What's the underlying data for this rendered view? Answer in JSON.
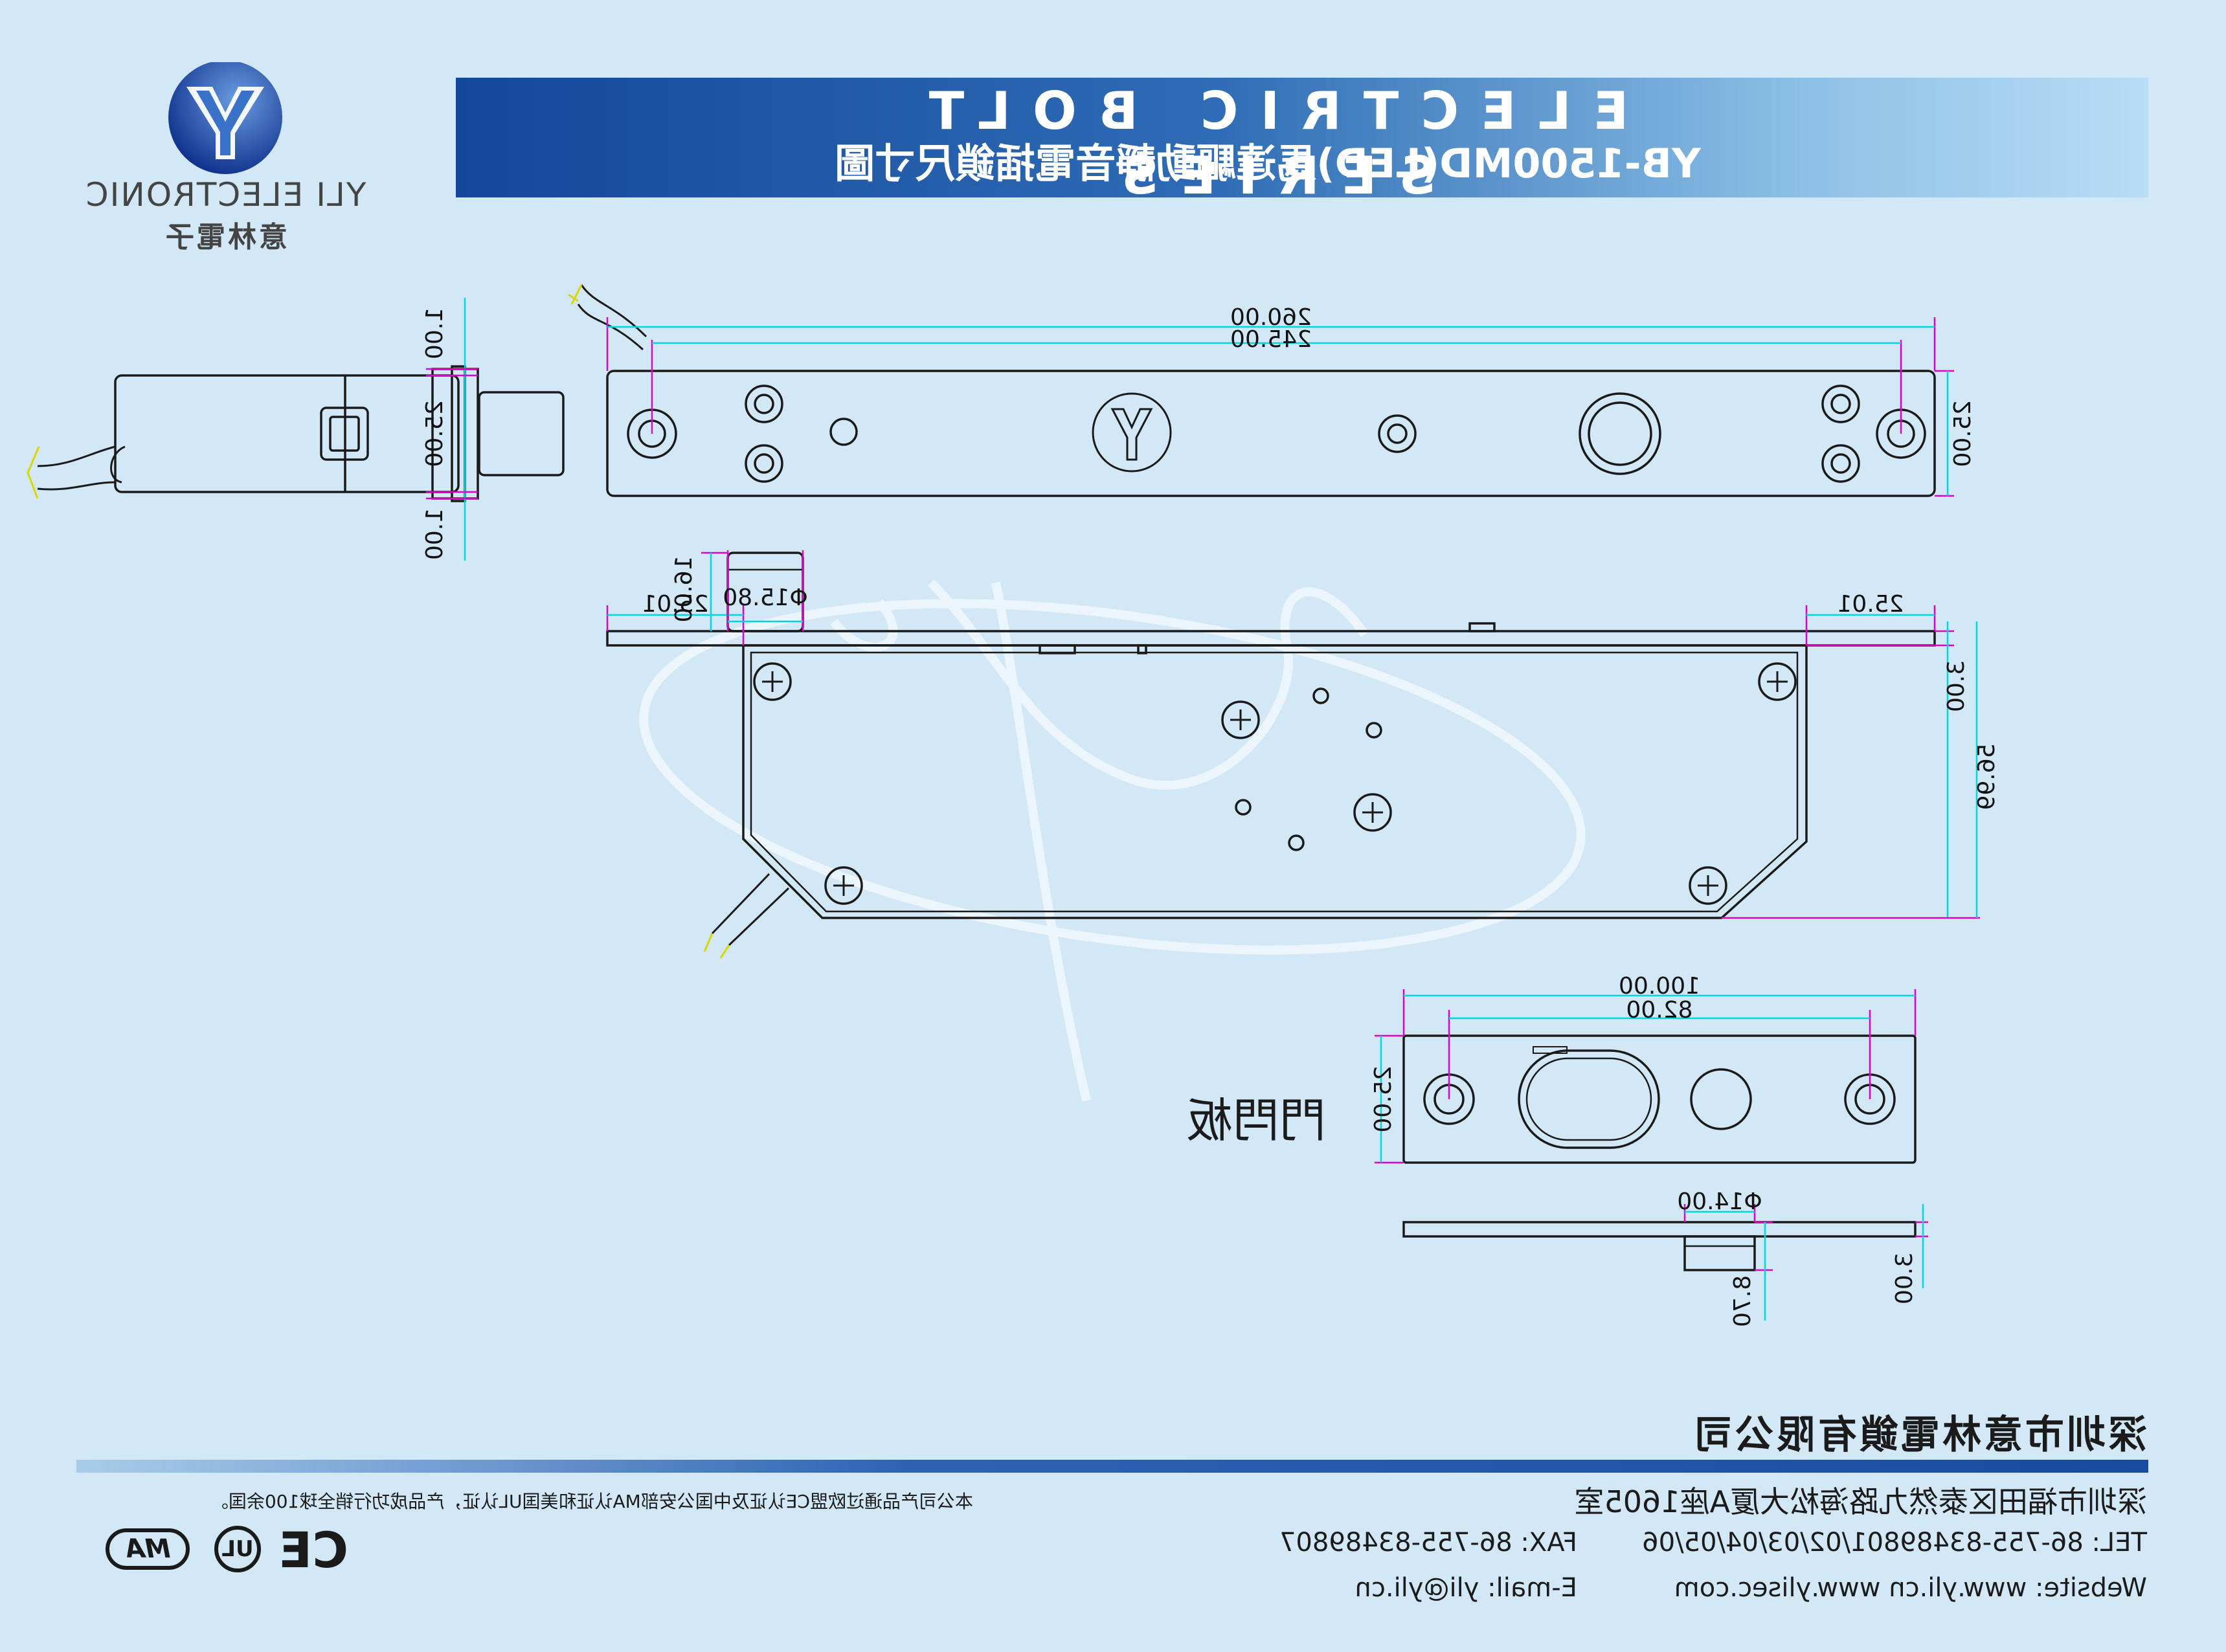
{
  "header": {
    "title_en": "ELECTRIC BOLT SERIES",
    "title_cn": "YB-1500MD(LED)馬達驅動靜音電插鎖尺寸圖"
  },
  "logo": {
    "brand_en": "YLI ELECTRONIC",
    "brand_cn": "意林電子",
    "icon": "yli-logo-icon"
  },
  "drawing": {
    "top_view": {
      "overall_length": "260.00",
      "hole_spacing": "245.00",
      "height": "25.00"
    },
    "side_view": {
      "bolt_top": "1.00",
      "bolt_height": "25.00",
      "bolt_bottom": "1.00"
    },
    "bottom_view": {
      "left_margin": "25.01",
      "bolt_diameter": "Φ15.80",
      "bolt_protrusion": "16.00",
      "right_margin": "25.01",
      "plate_thickness": "3.00",
      "body_height": "56.99"
    },
    "strike_plate": {
      "label": "門閂板",
      "overall_length": "100.00",
      "hole_spacing": "82.00",
      "height": "25.00",
      "hole_diameter": "Φ14.00",
      "depth": "8.70",
      "thickness": "3.00"
    }
  },
  "footer": {
    "company": "深圳市意林電鎖有限公司",
    "address": "深圳市福田区泰然九路海松大厦A座1605室",
    "tel": "TEL: 86-755-83489801/02/03/04/05/06",
    "fax": "FAX: 86-755-83489807",
    "website": "Website: www.yli.cn www.ylisec.com",
    "email": "E-mail: yli@yli.cn",
    "certification_note": "本公司产品通过欧盟CE认证及中国公安部MA认证和美国UL认证，产品成功行销全球100余国。",
    "cert_marks": [
      "MA",
      "UL",
      "CE"
    ]
  },
  "colors": {
    "background": "#d3e8f6",
    "banner_dark": "#14479a",
    "banner_light": "#b9ddf5",
    "dimension_line": "#00d6e0",
    "extension_line": "#e000c8",
    "outline": "#1a1a1a",
    "footer_bar": "#1a4aa0"
  }
}
